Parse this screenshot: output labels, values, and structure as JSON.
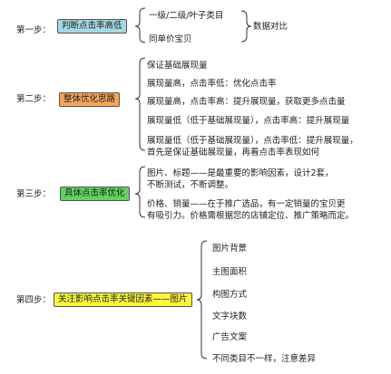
{
  "step1": {
    "label": "第一步：",
    "title": "判断点击率高低",
    "items": [
      "一级/二级/叶子类目",
      "同单价宝贝"
    ],
    "summary": "数据对比"
  },
  "step2": {
    "label": "第二步：",
    "title": "整体优化思路",
    "items": [
      "保证基础展现量",
      "展现量高，点击率低：优化点击率",
      "展现量高，点击率高：提升展现量，获取更多点击量",
      "展现量低（低于基础展现量），点击率高：提升展现量",
      "展现量低（低于基础展现量），点击率低：提升展现量，",
      "首先是保证基础展现量，再看点击率表现如何"
    ]
  },
  "step3": {
    "label": "第三步：",
    "title": "具体点击率优化",
    "items": [
      "图片、标题——是最重要的影响因素，设计2套，",
      "不断测试，不断调整。",
      "价格、销量——在于推广选品，有一定销量的宝贝更",
      "有吸引力。价格需根据您的店铺定位、推广策略而定。"
    ]
  },
  "step4": {
    "label": "第四步：",
    "title": "关注影响点击率关键因素——图片",
    "items": [
      "图片背景",
      "主图面积",
      "构图方式",
      "文字块数",
      "广告文案",
      "不同类目不一样，注意差异"
    ]
  }
}
